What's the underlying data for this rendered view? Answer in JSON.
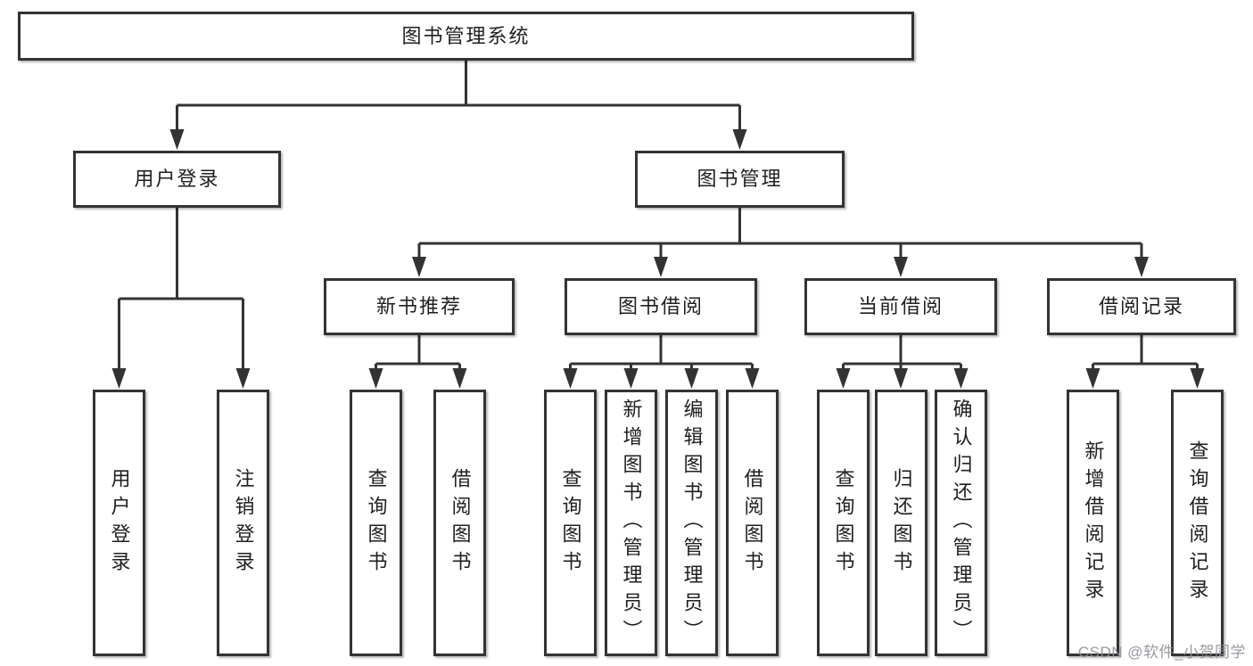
{
  "diagram": {
    "root": {
      "label": "图书管理系统",
      "children": [
        {
          "label": "用户登录",
          "children": [
            {
              "label": "用户登录"
            },
            {
              "label": "注销登录"
            }
          ]
        },
        {
          "label": "图书管理",
          "children": [
            {
              "label": "新书推荐",
              "children": [
                {
                  "label": "查询图书"
                },
                {
                  "label": "借阅图书"
                }
              ]
            },
            {
              "label": "图书借阅",
              "children": [
                {
                  "label": "查询图书"
                },
                {
                  "label": "新增图书（管理员）"
                },
                {
                  "label": "编辑图书（管理员）"
                },
                {
                  "label": "借阅图书"
                }
              ]
            },
            {
              "label": "当前借阅",
              "children": [
                {
                  "label": "查询图书"
                },
                {
                  "label": "归还图书"
                },
                {
                  "label": "确认归还（管理员）"
                }
              ]
            },
            {
              "label": "借阅记录",
              "children": [
                {
                  "label": "新增借阅记录"
                },
                {
                  "label": "查询借阅记录"
                }
              ]
            }
          ]
        }
      ]
    }
  },
  "watermark": {
    "text": "CSDN @软件_小贺同学"
  },
  "colors": {
    "line": "#333333",
    "box_border": "#333333",
    "box_fill": "#ffffff",
    "text": "#1f1f1f",
    "watermark_text": "#8e8e96",
    "background": "#ffffff"
  }
}
